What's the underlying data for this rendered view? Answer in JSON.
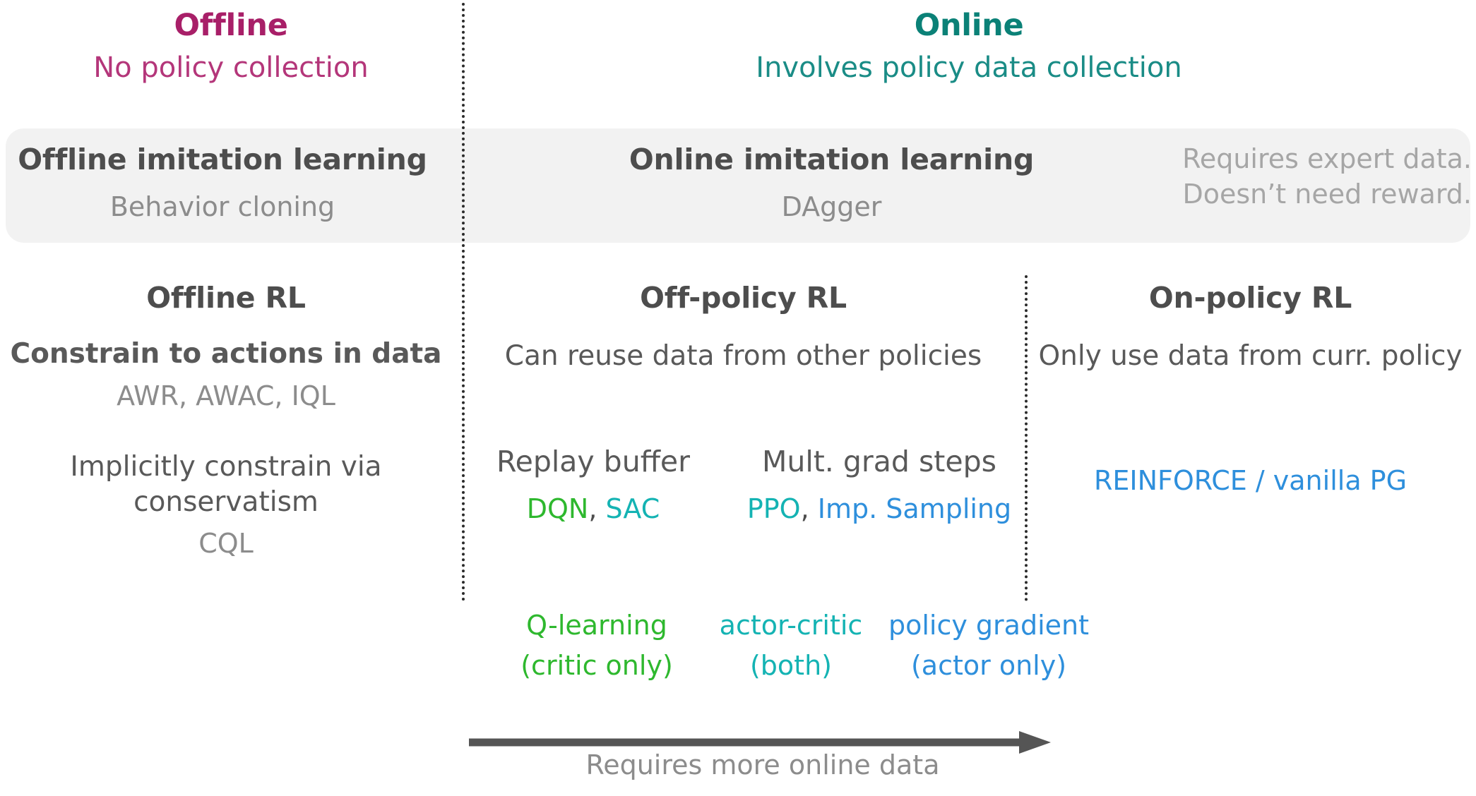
{
  "colors": {
    "offline_magenta": "#a81f68",
    "offline_magenta_sub": "#b4367a",
    "online_teal": "#0b8177",
    "online_teal_sub": "#1a8c86",
    "text_dark": "#4d4d4d",
    "text_mid": "#595959",
    "text_light": "#8c8c8c",
    "text_lighter": "#a6a6a6",
    "band_grey": "#f2f2f2",
    "green": "#2eb82e",
    "teal": "#14b3b3",
    "blue": "#2e8fdc",
    "arrow_grey": "#555555"
  },
  "headers": {
    "offline": {
      "title": "Offline",
      "subtitle": "No policy collection"
    },
    "online": {
      "title": "Online",
      "subtitle": "Involves policy data collection"
    }
  },
  "imitation_row": {
    "offline": {
      "title": "Offline imitation learning",
      "method": "Behavior cloning"
    },
    "online": {
      "title": "Online imitation learning",
      "method": "DAgger"
    },
    "note_line1": "Requires expert data.",
    "note_line2": "Doesn’t need reward."
  },
  "rl_columns": [
    {
      "title": "Offline RL",
      "description": "Constrain to actions in data",
      "algorithms": "AWR, AWAC, IQL",
      "description2_line1": "Implicitly constrain via",
      "description2_line2": "conservatism",
      "algorithms2": "CQL"
    },
    {
      "title": "Off-policy RL",
      "description": "Can reuse data from other policies",
      "subcolumns": [
        {
          "title": "Replay buffer",
          "algorithms": [
            {
              "text": "DQN",
              "color": "#2eb82e"
            },
            {
              "text": ", ",
              "color": "#4d4d4d"
            },
            {
              "text": "SAC",
              "color": "#14b3b3"
            }
          ]
        },
        {
          "title": "Mult. grad steps",
          "algorithms": [
            {
              "text": "PPO",
              "color": "#14b3b3"
            },
            {
              "text": ", ",
              "color": "#4d4d4d"
            },
            {
              "text": "Imp. Sampling",
              "color": "#2e8fdc"
            }
          ]
        }
      ]
    },
    {
      "title": "On-policy RL",
      "description": "Only use data from curr. policy",
      "algorithms": "REINFORCE / vanilla PG",
      "algorithms_color": "#2e8fdc"
    }
  ],
  "legend": [
    {
      "name": "Q-learning",
      "detail": "(critic only)",
      "color": "#2eb82e"
    },
    {
      "name": "actor-critic",
      "detail": "(both)",
      "color": "#14b3b3"
    },
    {
      "name": "policy gradient",
      "detail": "(actor only)",
      "color": "#2e8fdc"
    }
  ],
  "axis": {
    "caption": "Requires more online data"
  }
}
